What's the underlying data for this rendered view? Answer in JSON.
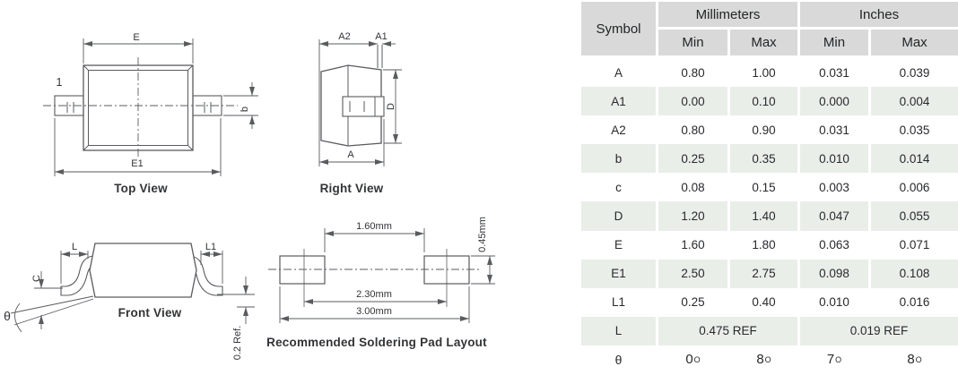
{
  "colors": {
    "header_bg": "#d8d9d8",
    "row_tint": "#e9eee9",
    "drawing_line": "#5a5b5f",
    "text": "#2e2f32"
  },
  "drawings": {
    "top_view": {
      "caption": "Top View",
      "pin1": "1",
      "dim_E": "E",
      "dim_E1": "E1",
      "dim_b": "b"
    },
    "right_view": {
      "caption": "Right View",
      "dim_A2": "A2",
      "dim_A1": "A1",
      "dim_D": "D",
      "dim_A": "A"
    },
    "front_view": {
      "caption": "Front View",
      "dim_L": "L",
      "dim_L1": "L1",
      "dim_C": "C",
      "dim_theta": "θ",
      "dim_ref": "0.2 Ref."
    },
    "pad_layout": {
      "caption": "Recommended Soldering Pad Layout",
      "dim_inner": "1.60mm",
      "dim_mid": "2.30mm",
      "dim_outer": "3.00mm",
      "dim_pad_height": "0.45mm"
    }
  },
  "table": {
    "header": {
      "symbol": "Symbol",
      "millimeters": "Millimeters",
      "inches": "Inches",
      "min": "Min",
      "max": "Max"
    },
    "deg_mark": "O",
    "rows": [
      {
        "symbol": "A",
        "mm_min": "0.80",
        "mm_max": "1.00",
        "in_min": "0.031",
        "in_max": "0.039"
      },
      {
        "symbol": "A1",
        "mm_min": "0.00",
        "mm_max": "0.10",
        "in_min": "0.000",
        "in_max": "0.004"
      },
      {
        "symbol": "A2",
        "mm_min": "0.80",
        "mm_max": "0.90",
        "in_min": "0.031",
        "in_max": "0.035"
      },
      {
        "symbol": "b",
        "mm_min": "0.25",
        "mm_max": "0.35",
        "in_min": "0.010",
        "in_max": "0.014"
      },
      {
        "symbol": "c",
        "mm_min": "0.08",
        "mm_max": "0.15",
        "in_min": "0.003",
        "in_max": "0.006"
      },
      {
        "symbol": "D",
        "mm_min": "1.20",
        "mm_max": "1.40",
        "in_min": "0.047",
        "in_max": "0.055"
      },
      {
        "symbol": "E",
        "mm_min": "1.60",
        "mm_max": "1.80",
        "in_min": "0.063",
        "in_max": "0.071"
      },
      {
        "symbol": "E1",
        "mm_min": "2.50",
        "mm_max": "2.75",
        "in_min": "0.098",
        "in_max": "0.108"
      },
      {
        "symbol": "L1",
        "mm_min": "0.25",
        "mm_max": "0.40",
        "in_min": "0.010",
        "in_max": "0.016"
      },
      {
        "symbol": "L",
        "mm_ref": "0.475 REF",
        "in_ref": "0.019 REF"
      },
      {
        "symbol": "θ",
        "mm_min": "0",
        "mm_max": "8",
        "in_min": "7",
        "in_max": "8"
      }
    ]
  }
}
